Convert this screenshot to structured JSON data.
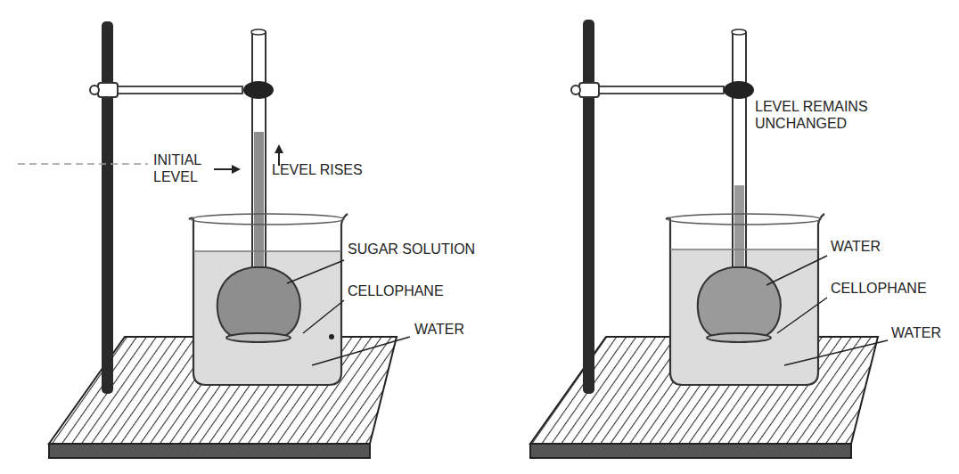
{
  "diagram": {
    "labels": [
      "INITIAL LEVEL",
      "LEVEL RISES",
      "SUGAR SOLUTION",
      "CELLOPHANE",
      "WATER",
      "LEVEL REMAINS UNCHANGED",
      "WATER",
      "CELLOPHANE",
      "WATER"
    ]
  }
}
